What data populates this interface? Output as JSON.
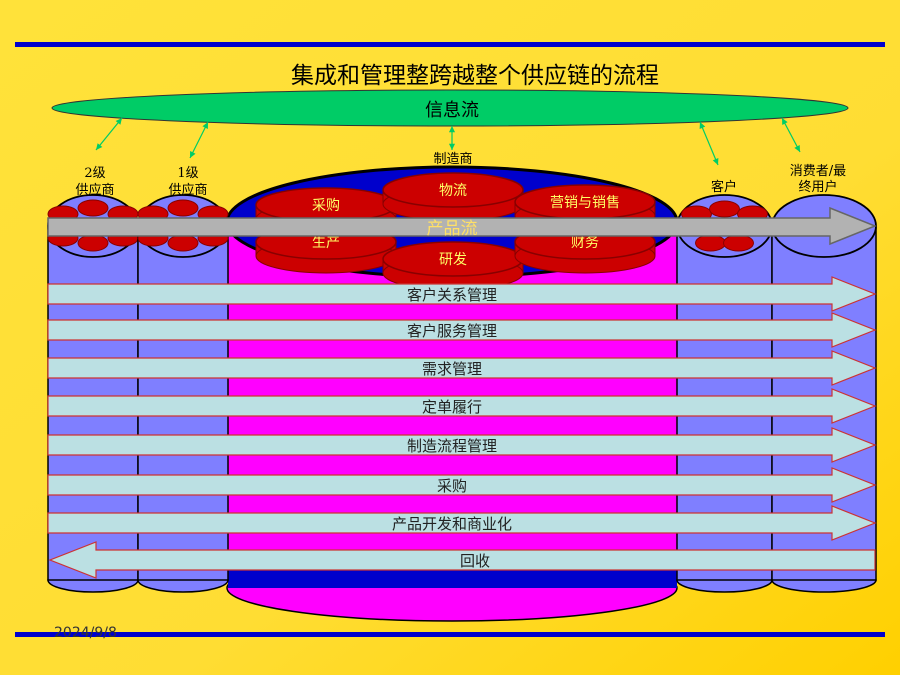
{
  "title": "集成和管理整跨越整个供应链的流程",
  "info_flow": "信息流",
  "product_flow": "产品流",
  "entities": {
    "supplier2": [
      "2级",
      "供应商"
    ],
    "supplier1": [
      "1级",
      "供应商"
    ],
    "manufacturer": "制造商",
    "customer": "客户",
    "consumer": [
      "消费者/最",
      "终用户"
    ]
  },
  "functions": {
    "procurement": "采购",
    "logistics": "物流",
    "marketing_sales": "营销与销售",
    "production": "生产",
    "rnd": "研发",
    "finance": "财务"
  },
  "processes": [
    "客户关系管理",
    "客户服务管理",
    "需求管理",
    "定单履行",
    "制造流程管理",
    "采购",
    "产品开发和商业化"
  ],
  "return_process": "回收",
  "date": "2024/9/8",
  "colors": {
    "background": "#FFDD33",
    "rule": "#0000CC",
    "info_ellipse": "#00CC66",
    "cylinder": "#7F7FFF",
    "manufacturer_body": "#FF00FF",
    "manufacturer_top": "#0000CC",
    "function_red": "#CC0000",
    "process_arrow": "#BBE0E3",
    "product_arrow": "#B2B2B2"
  }
}
